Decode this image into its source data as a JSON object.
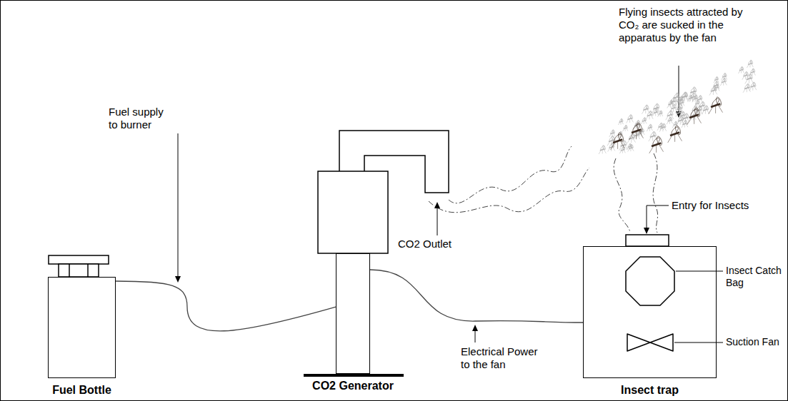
{
  "diagram": {
    "nodes": [
      {
        "text": [
          "Fuel Bottle"
        ]
      },
      {
        "text": [
          "CO2 Generator"
        ]
      },
      {
        "text": [
          "Insect trap"
        ]
      }
    ],
    "edges": [
      {
        "from": 0,
        "to": 1,
        "arrow": "none",
        "label": "Fuel supply to burner"
      },
      {
        "from": 1,
        "to": 2,
        "arrow": "none",
        "label": "Electrical Power to the fan"
      }
    ],
    "labels": [
      "Flying insects attracted by CO₂ are sucked in the apparatus by the fan",
      "CO2 Outlet",
      "Entry for Insects",
      "Insect Catch Bag",
      "Suction Fan"
    ]
  }
}
